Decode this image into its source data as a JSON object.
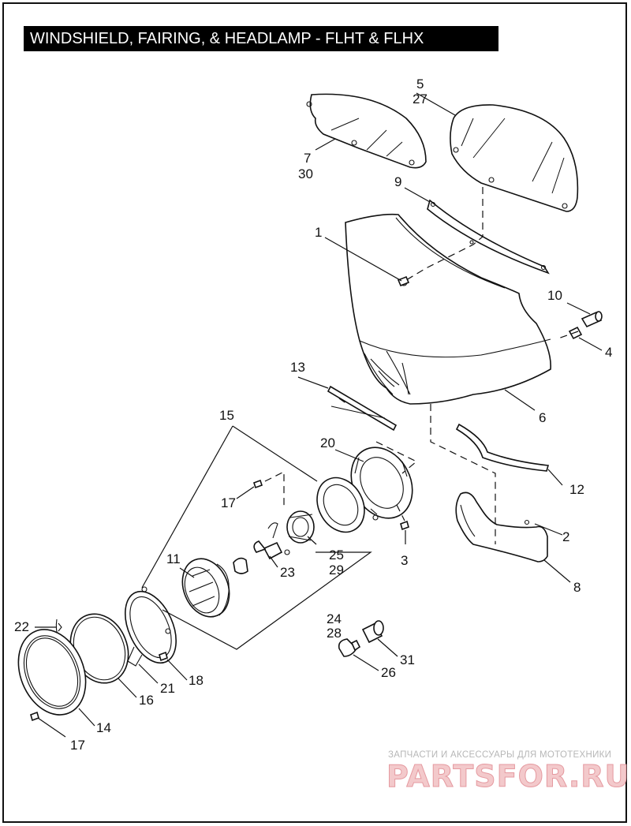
{
  "title": "WINDSHIELD, FAIRING, & HEADLAMP - FLHT & FLHX",
  "callouts": {
    "c1": "1",
    "c2": "2",
    "c3": "3",
    "c4": "4",
    "c5": "5",
    "c6": "6",
    "c7": "7",
    "c8": "8",
    "c9": "9",
    "c10": "10",
    "c11": "11",
    "c12": "12",
    "c13": "13",
    "c14": "14",
    "c15": "15",
    "c16": "16",
    "c17a": "17",
    "c17b": "17",
    "c18": "18",
    "c20": "20",
    "c21": "21",
    "c22": "22",
    "c23": "23",
    "c24": "24",
    "c25": "25",
    "c26": "26",
    "c27": "27",
    "c28": "28",
    "c29": "29",
    "c30": "30",
    "c31": "31"
  },
  "watermark": {
    "tagline": "ЗАПЧАСТИ И АКСЕССУАРЫ ДЛЯ МОТОТЕХНИКИ",
    "logo": "PARTSFOR.RU",
    "colors": {
      "tagline": "#b7b7b7",
      "logo": "#f3c9cb"
    }
  },
  "colors": {
    "line": "#111111",
    "title_bg": "#000000",
    "title_text": "#ffffff",
    "background": "#ffffff"
  }
}
